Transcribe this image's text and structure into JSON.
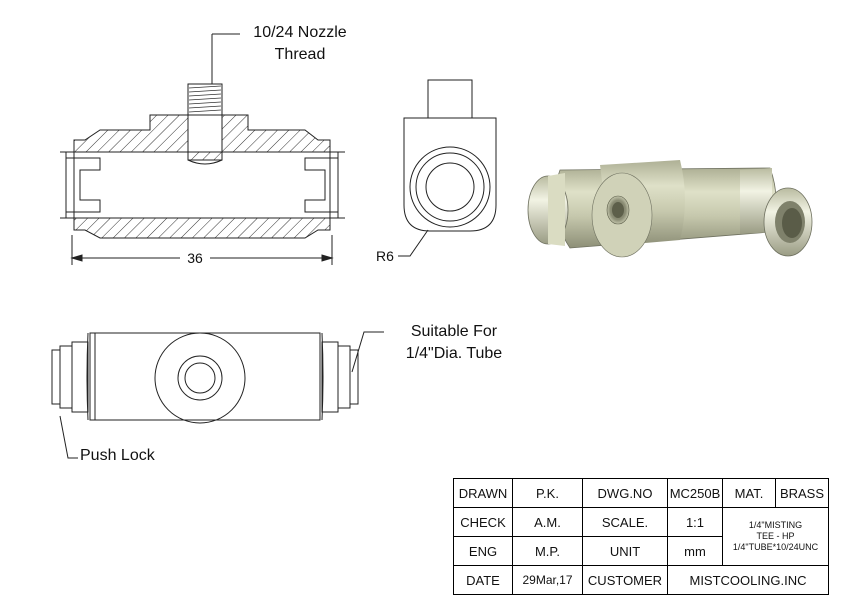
{
  "callouts": {
    "nozzle_thread": [
      "10/24 Nozzle",
      "Thread"
    ],
    "dimension_length": "36",
    "radius": "R6",
    "suitable_for": [
      "Suitable For",
      "1/4\"Dia. Tube"
    ],
    "push_lock": "Push Lock"
  },
  "title_block": {
    "drawn_label": "DRAWN",
    "drawn_value": "P.K.",
    "dwg_no_label": "DWG.NO",
    "dwg_no_value": "MC250B",
    "mat_label": "MAT.",
    "mat_value": "BRASS",
    "check_label": "CHECK",
    "check_value": "A.M.",
    "scale_label": "SCALE.",
    "scale_value": "1:1",
    "description": [
      "1/4\"MISTING",
      "TEE - HP",
      "1/4\"TUBE*10/24UNC"
    ],
    "eng_label": "ENG",
    "eng_value": "M.P.",
    "unit_label": "UNIT",
    "unit_value": "mm",
    "date_label": "DATE",
    "date_value": "29Mar,17",
    "customer_label": "CUSTOMER",
    "customer_value": "MISTCOOLING.INC"
  },
  "colors": {
    "line": "#222222",
    "body_fill": "#c9cbb0",
    "body_shadow": "#8e9078"
  }
}
